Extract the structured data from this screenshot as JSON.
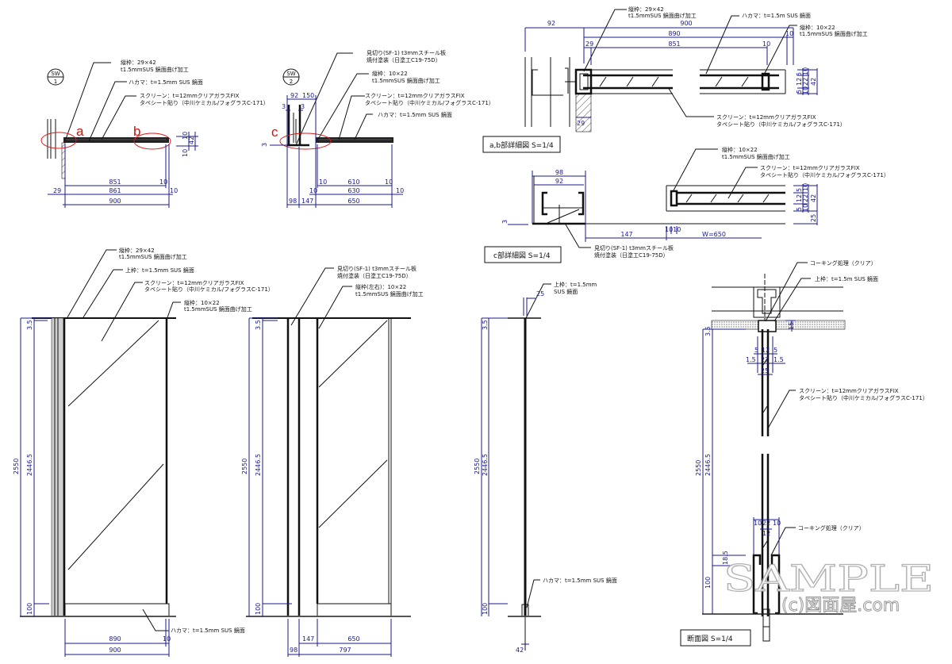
{
  "sw1": {
    "badge_top": "SW",
    "badge_num": "1",
    "marker_a": "a",
    "marker_b": "b",
    "frame_l1": "縦枠：29×42",
    "frame_l2": "t1.5mmSUS 鏡面曲げ加工",
    "hakama": "ハカマ：t=1.5mm SUS 鏡面",
    "screen_l1": "スクリーン：t=12mmクリアガラスFIX",
    "screen_l2": "タペシート貼り（中川ケミカル/フォグラスC-171）",
    "dims": {
      "d851": "851",
      "d10a": "10",
      "d861": "861",
      "d10b": "10",
      "d900": "900",
      "d29": "29",
      "r10a": "10",
      "r10b": "10",
      "r42": "42"
    }
  },
  "sw2": {
    "badge_top": "SW",
    "badge_num": "2",
    "marker_c": "c",
    "mikiri_l1": "見切り(SF-1) t3mmスチール板",
    "mikiri_l2": "焼付塗装（日塗工C19-75D）",
    "frame_l1": "縦枠：10×22",
    "frame_l2": "t1.5mmSUS 鏡面曲げ加工",
    "screen_l1": "スクリーン：t=12mmクリアガラスFIX",
    "screen_l2": "タペシート貼り（中川ケミカル/フォグラスC-171）",
    "hakama": "ハカマ：t=1.5mm SUS 鏡面",
    "dims": {
      "d92": "92",
      "d150": "150",
      "d3a": "3",
      "d3b": "3",
      "d3c": "3",
      "d10a": "10",
      "d610": "610",
      "d10b": "10",
      "d10c": "10",
      "d630": "630",
      "d10d": "10",
      "d98": "98",
      "d147": "147",
      "d650": "650"
    }
  },
  "detail_ab": {
    "title": "a,b部詳細図 S=1/4",
    "frame29_l1": "縦枠：29×42",
    "frame29_l2": "t1.5mmSUS 鏡面曲げ加工",
    "hakama": "ハカマ：t=1.5m SUS 鏡面",
    "frame10_l1": "縦枠：10×22",
    "frame10_l2": "t1.5mmSUS 鏡面曲げ加工",
    "screen_l1": "スクリーン：t=12mmクリアガラスFIX",
    "screen_l2": "タペシート貼り（中川ケミカル/フォグラスC-171）",
    "dims": {
      "d92": "92",
      "d900": "900",
      "d890": "890",
      "d10a": "10",
      "d29": "29",
      "d851": "851",
      "d10b": "10",
      "d29b": "29",
      "d5a": "5",
      "d12": "12",
      "d5b": "5",
      "d10c": "10",
      "d22": "22",
      "d10d": "10",
      "d42": "42"
    }
  },
  "detail_c": {
    "title": "c部詳細図 S=1/4",
    "frame_l1": "縦枠：10×22",
    "frame_l2": "t1.5mmSUS 鏡面曲げ加工",
    "screen_l1": "スクリーン：t=12mmクリアガラスFIX",
    "screen_l2": "タペシート貼り（中川ケミカル/フォグラスC-171）",
    "mikiri_l1": "見切り(SF-1) t3mmスチール板",
    "mikiri_l2": "焼付塗装（日塗工C19-75D）",
    "dims": {
      "d98": "98",
      "d92": "92",
      "d3": "3",
      "d147": "147",
      "d1010": "1010",
      "w650": "W=650",
      "d5a": "5",
      "d12": "12",
      "d5b": "5",
      "d10a": "10",
      "d22": "22",
      "d10b": "10",
      "d42": "42",
      "d25": "25"
    }
  },
  "elev1": {
    "frame29_l1": "縦枠：29×42",
    "frame29_l2": "t1.5mmSUS 鏡面曲げ加工",
    "top_frame": "上枠：t=1.5mm SUS 鏡面",
    "screen_l1": "スクリーン：t=12mmクリアガラスFIX",
    "screen_l2": "タペシート貼り（中川ケミカル/フォグラスC-171）",
    "frame10_l1": "縦枠：10×22",
    "frame10_l2": "t1.5mmSUS 鏡面曲げ加工",
    "hakama": "ハカマ：t=1.5mm SUS 鏡面",
    "dims": {
      "d2550": "2550",
      "d3_5": "3.5",
      "d2446_5": "2446.5",
      "d100": "100",
      "d890": "890",
      "d10": "10",
      "d900": "900"
    }
  },
  "elev2": {
    "mikiri_l1": "見切り(SF-1) t3mmスチール板",
    "mikiri_l2": "焼付塗装（日塗工C19-75D）",
    "frame_l1": "縦枠(左右)：10×22",
    "frame_l2": "t1.5mmSUS 鏡面曲げ加工",
    "dims": {
      "d2550": "2550",
      "d3_5": "3.5",
      "d2446_5": "2446.5",
      "d100": "100",
      "d147": "147",
      "d650": "650",
      "d98": "98",
      "d797": "797"
    }
  },
  "elev3": {
    "top_l1": "上枠：t=1.5mm",
    "top_l2": "SUS 鏡面",
    "hakama": "ハカマ：t=1.5mm SUS 鏡面",
    "dims": {
      "d25": "25",
      "d2550": "2550",
      "d3_5": "3.5",
      "d2446_5": "2446.5",
      "d100": "100",
      "d42": "42"
    }
  },
  "section": {
    "title": "断面図 S=1/4",
    "caulk_top": "コーキング処理（クリア）",
    "top_frame": "上枠：t=1.5m SUS 鏡面",
    "screen_l1": "スクリーン：t=12mmクリアガラスFIX",
    "screen_l2": "タペシート貼り（中川ケミカル/フォグラスC-171）",
    "caulk_bottom": "コーキング処理（クリア）",
    "dims": {
      "d2550": "2550",
      "d3_5": "3.5",
      "d2446_5": "2446.5",
      "d100": "100",
      "d18_5": "18.5",
      "d5a": "5",
      "d12a": "12",
      "d5b": "5",
      "d1_5a": "1.5",
      "d22a": "22",
      "d1_5b": "1.5",
      "d25": "25",
      "d10a": "10",
      "d22b": "22",
      "d10b": "10",
      "d12b": "12",
      "d15": "15"
    }
  },
  "watermark": {
    "main": "SAMPLE",
    "sub": "(c)図面屋.com"
  }
}
